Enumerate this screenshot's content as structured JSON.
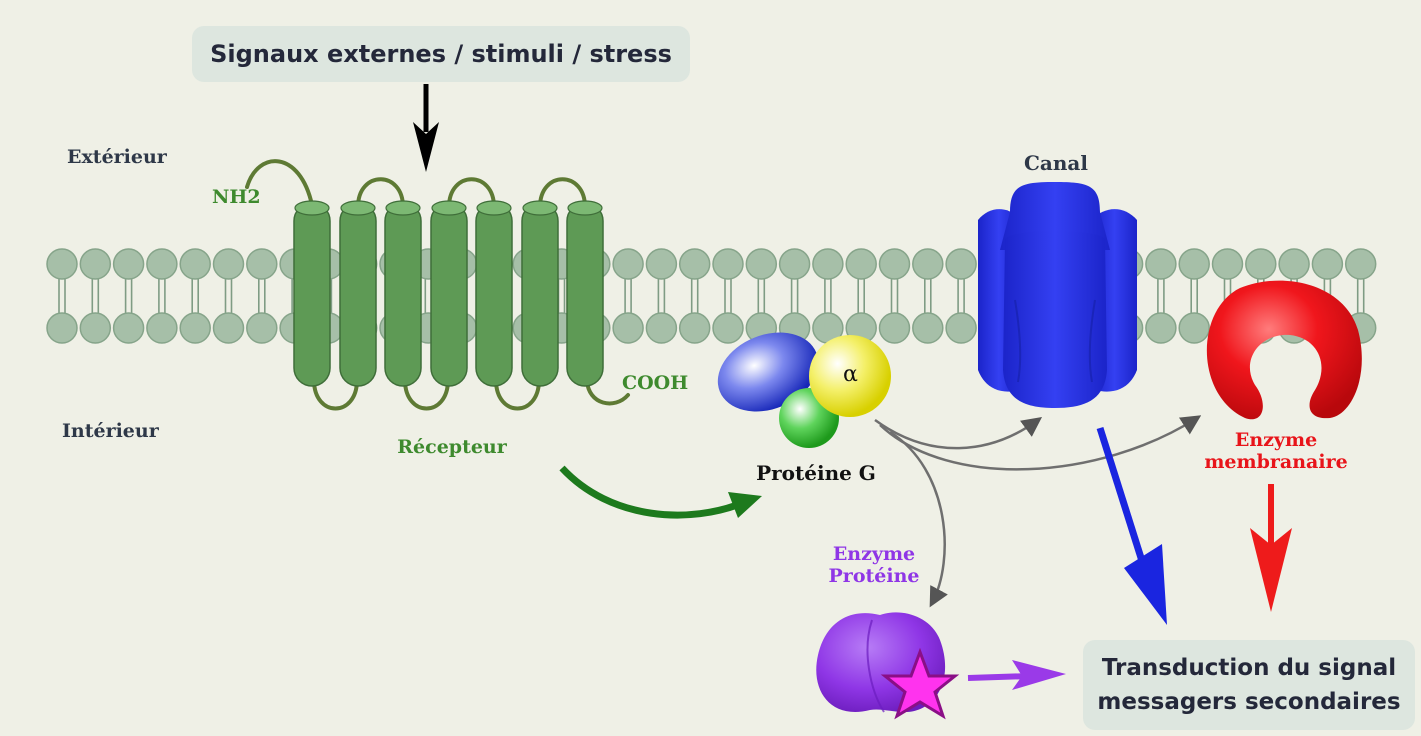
{
  "title_box": "Signaux externes / stimuli / stress",
  "regions": {
    "outside": "Extérieur",
    "inside": "Intérieur"
  },
  "receptor": {
    "n_terminus": "NH2",
    "c_terminus": "COOH",
    "label": "Récepteur"
  },
  "g_protein": {
    "alpha": "α",
    "label": "Protéine G"
  },
  "channel": {
    "label": "Canal"
  },
  "membrane_enzyme": {
    "line1": "Enzyme",
    "line2": "membranaire"
  },
  "protein_enzyme": {
    "line1": "Enzyme",
    "line2": "Protéine"
  },
  "output_box": {
    "line1": "Transduction du signal",
    "line2": "messagers secondaires"
  },
  "colors": {
    "receptor": "#5e9a55",
    "receptor_label": "#3e8a2e",
    "channel": "#2b36e6",
    "membrane_enzyme": "#e8141a",
    "protein_enzyme": "#8f36e6",
    "lipid": "#a6bfa8",
    "text_dark": "#2e3848"
  }
}
